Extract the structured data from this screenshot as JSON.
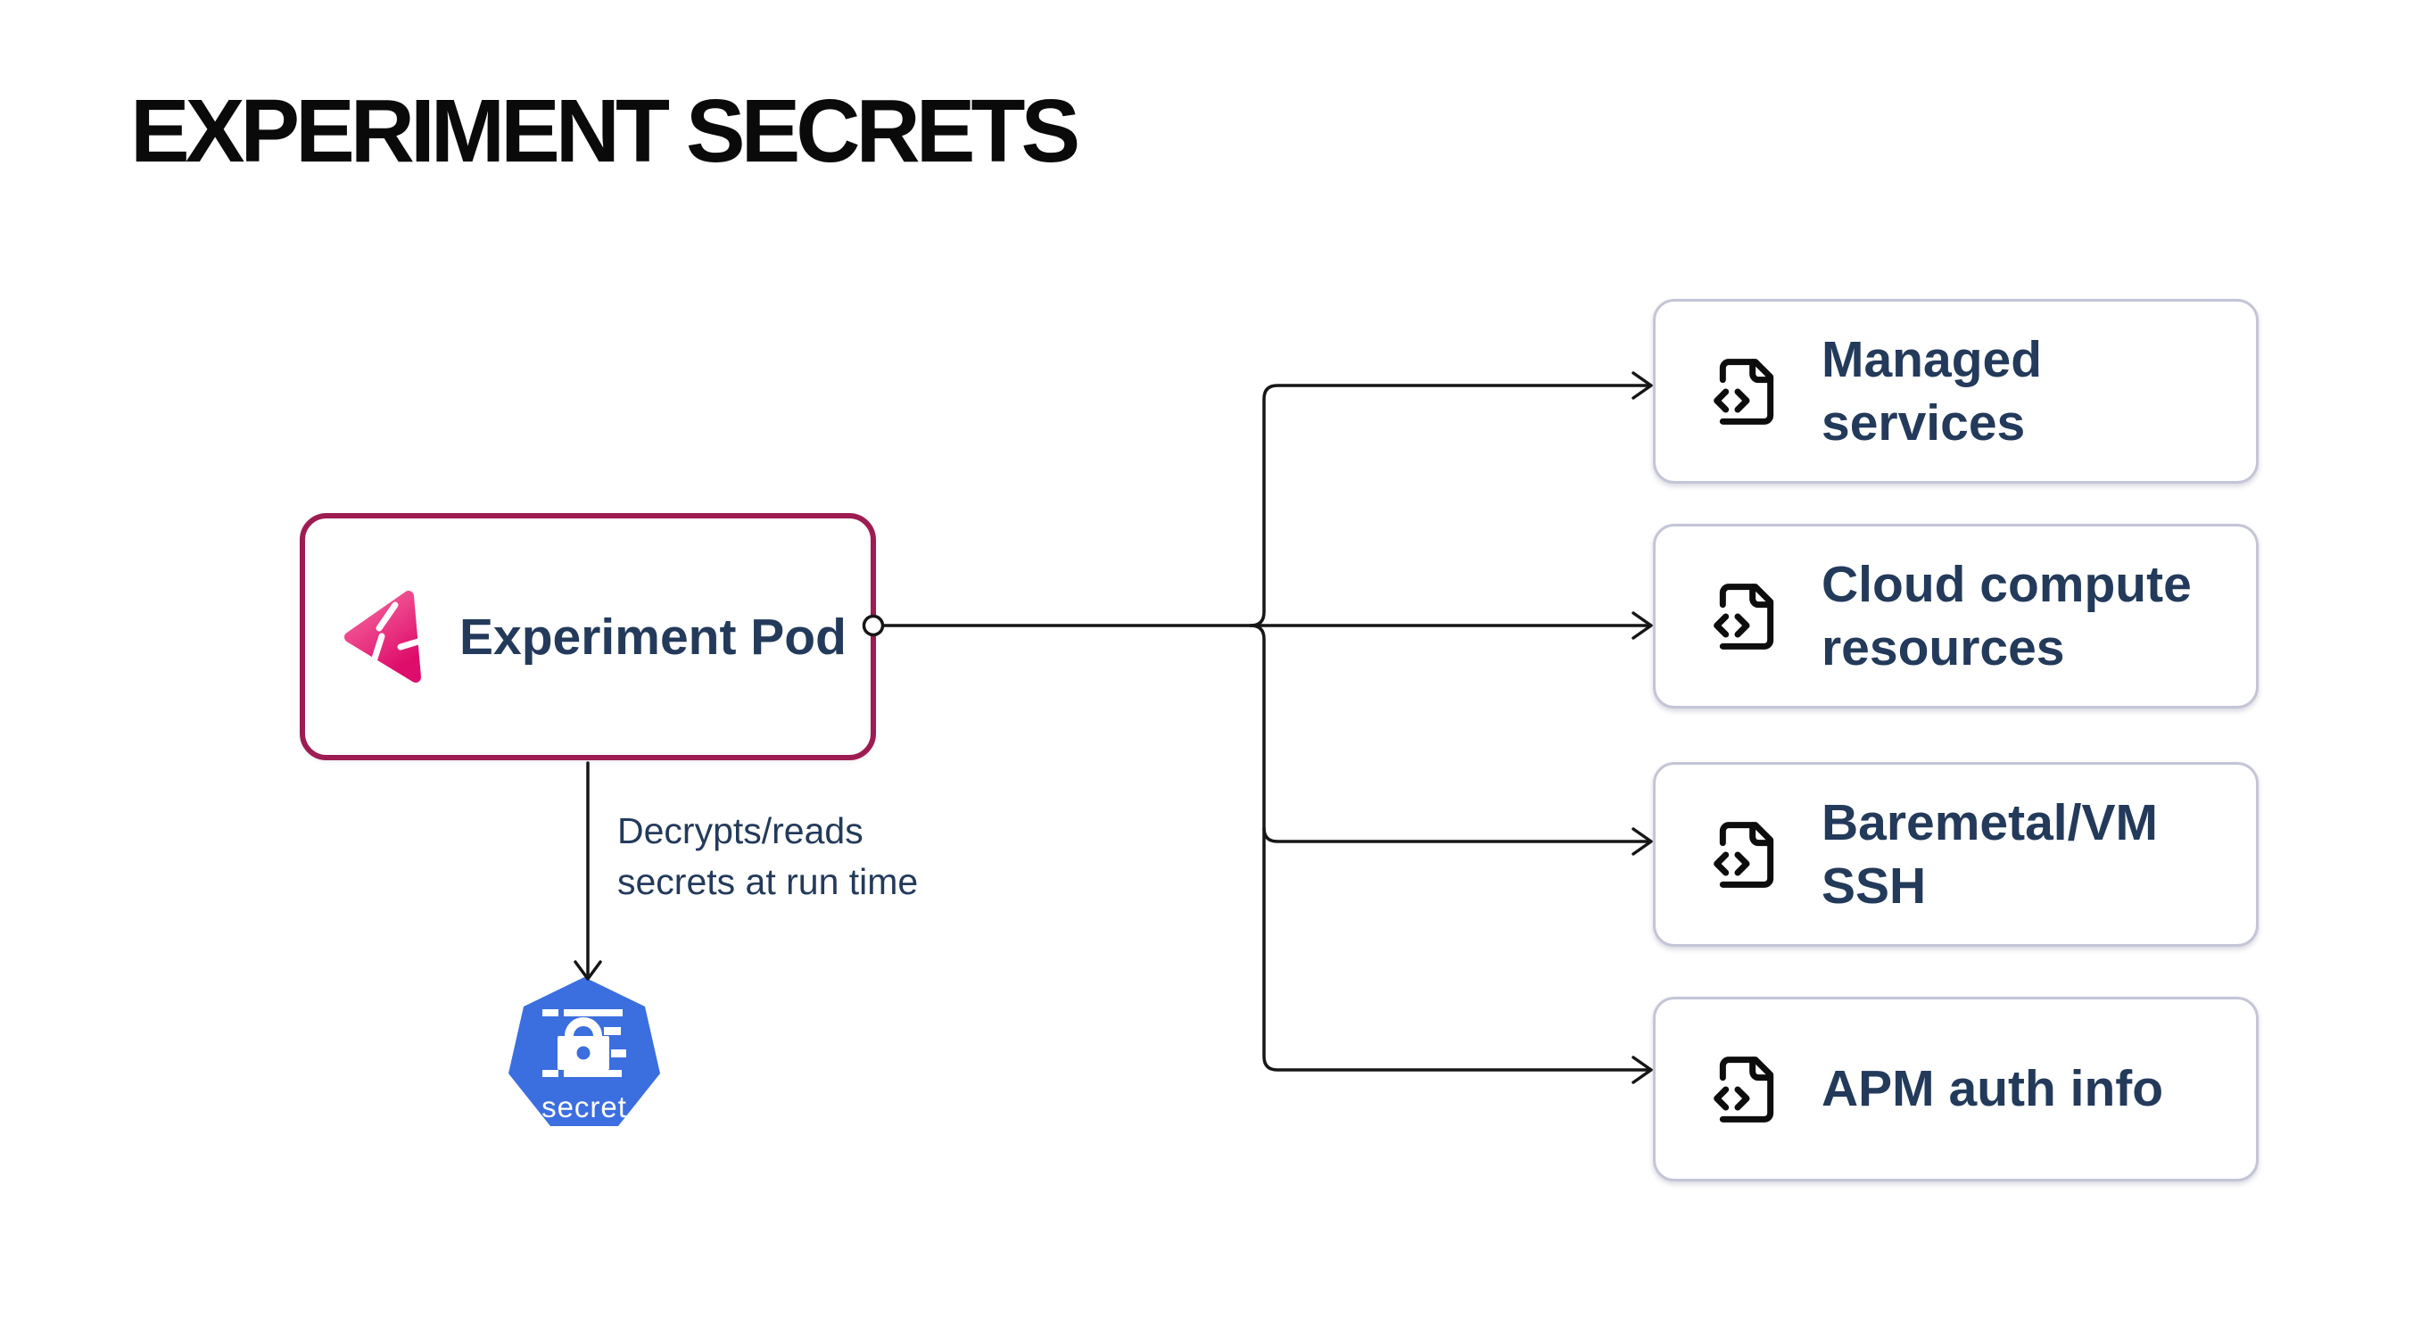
{
  "title": "EXPERIMENT SECRETS",
  "pod": {
    "label": "Experiment Pod",
    "icon": "litmus-chaos-icon"
  },
  "flow": {
    "edge_label": "Decrypts/reads\nsecrets at run time",
    "secret_label": "secret"
  },
  "targets": [
    {
      "label": "Managed services",
      "icon": "file-code-icon"
    },
    {
      "label": "Cloud compute resources",
      "icon": "file-code-icon"
    },
    {
      "label": "Baremetal/VM SSH",
      "icon": "file-code-icon"
    },
    {
      "label": "APM auth info",
      "icon": "file-code-icon"
    }
  ],
  "colors": {
    "pod_border": "#9D1C52",
    "pod_icon_pink_light": "#F76CA2",
    "pod_icon_pink_dark": "#DE0C6A",
    "target_border": "#C4C5D7",
    "text_navy": "#233A5B",
    "title_black": "#0A0A0A",
    "line_black": "#161616",
    "secret_blue": "#3B6EDF",
    "secret_text": "#FFFFFF"
  }
}
